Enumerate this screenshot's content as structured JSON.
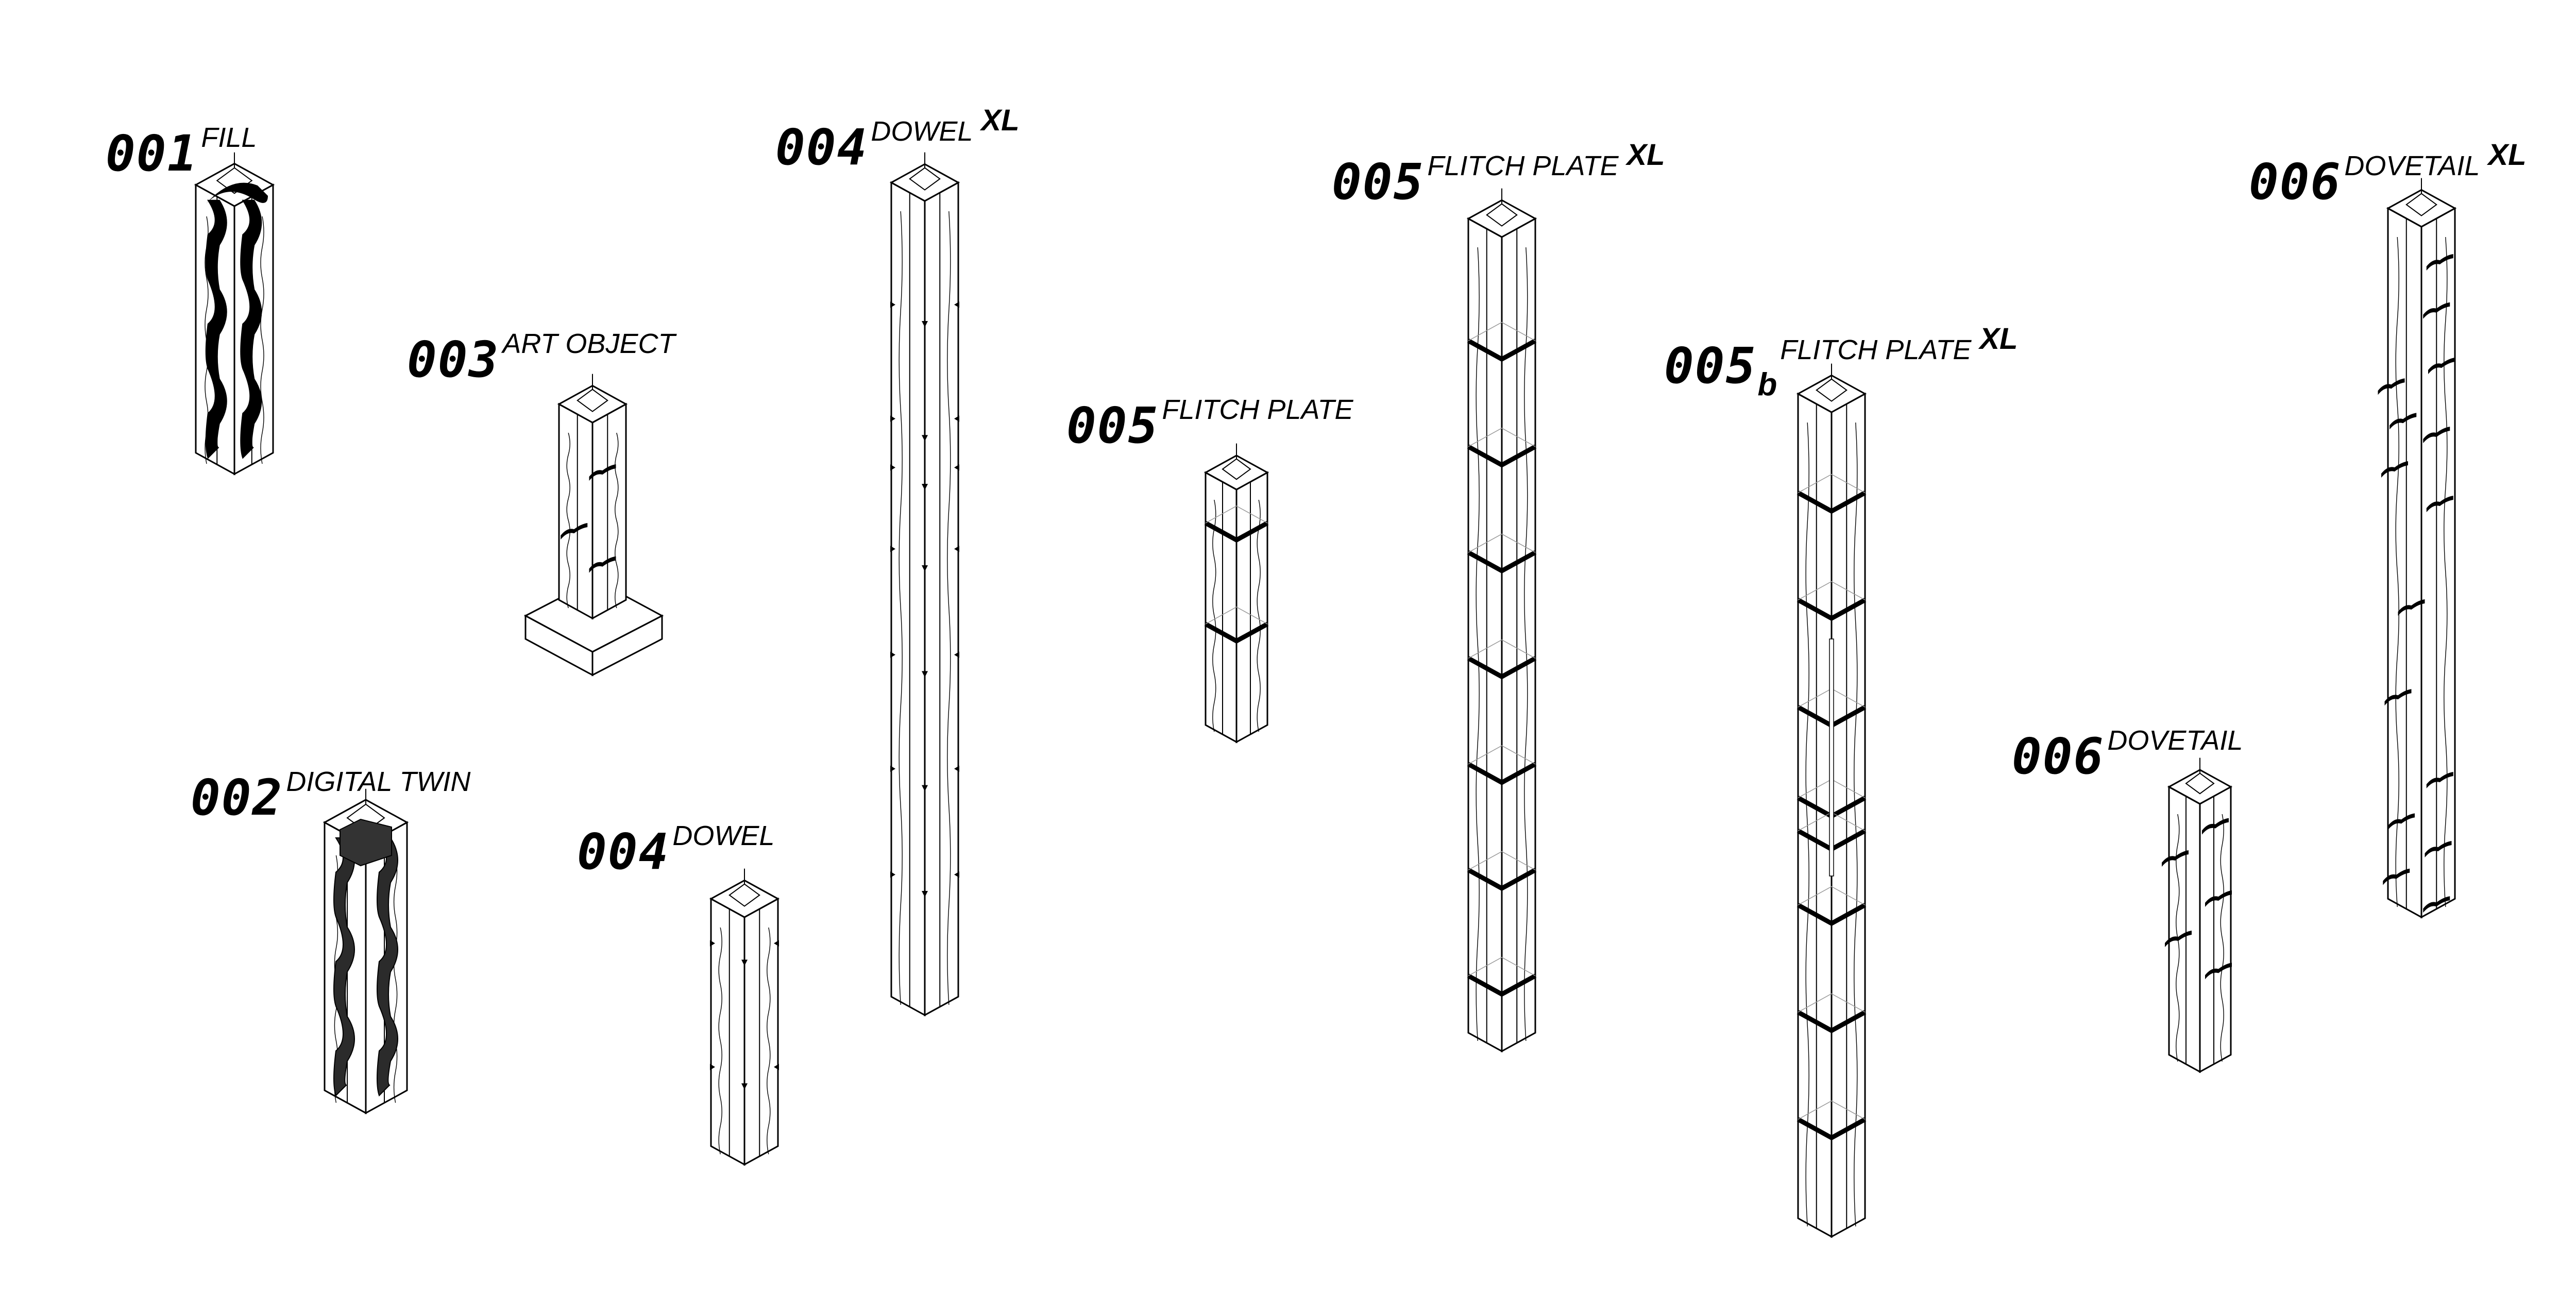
{
  "labels": {
    "l001": {
      "num": "001",
      "name": "FILL"
    },
    "l002": {
      "num": "002",
      "name": "DIGITAL TWIN"
    },
    "l003": {
      "num": "003",
      "name": "ART OBJECT"
    },
    "l004": {
      "num": "004",
      "name": "DOWEL"
    },
    "l004xl": {
      "num": "004",
      "name": "DOWEL",
      "xl": "XL"
    },
    "l005": {
      "num": "005",
      "name": "FLITCH PLATE"
    },
    "l005xl": {
      "num": "005",
      "name": "FLITCH PLATE",
      "xl": "XL"
    },
    "l005bxl": {
      "num": "005",
      "sub": "b",
      "name": "FLITCH PLATE",
      "xl": "XL"
    },
    "l006": {
      "num": "006",
      "name": "DOVETAIL"
    },
    "l006xl": {
      "num": "006",
      "name": "DOVETAIL",
      "xl": "XL"
    }
  }
}
